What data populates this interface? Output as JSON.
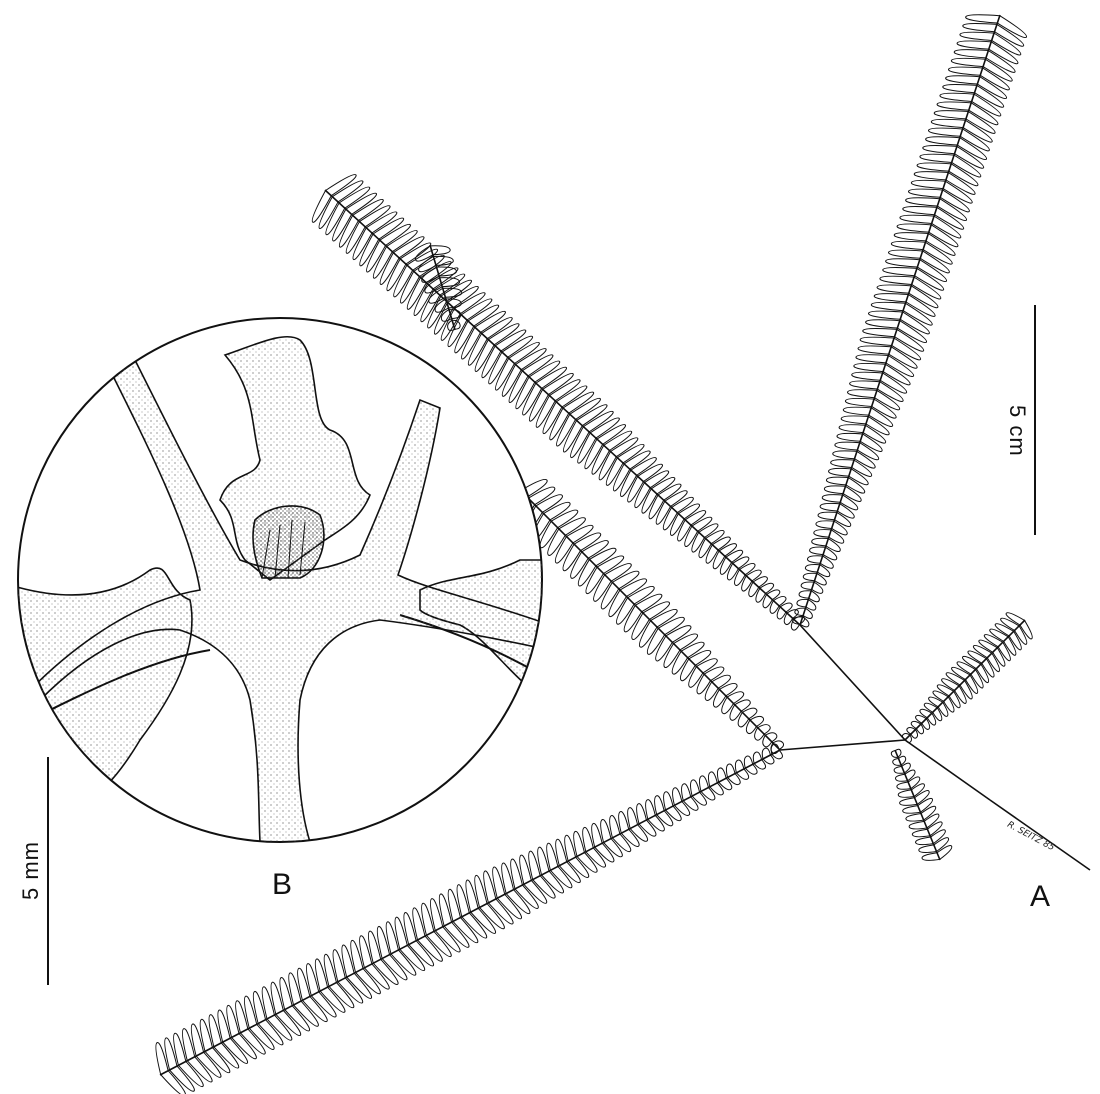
{
  "panels": {
    "a_label": "A",
    "b_label": "B"
  },
  "scale_bars": {
    "frond_label": "5 cm",
    "detail_label": "5 mm"
  },
  "signature": "R. SEITZ 85",
  "colors": {
    "ink": "#111111",
    "paper": "#ffffff",
    "stipple": "#555555"
  }
}
